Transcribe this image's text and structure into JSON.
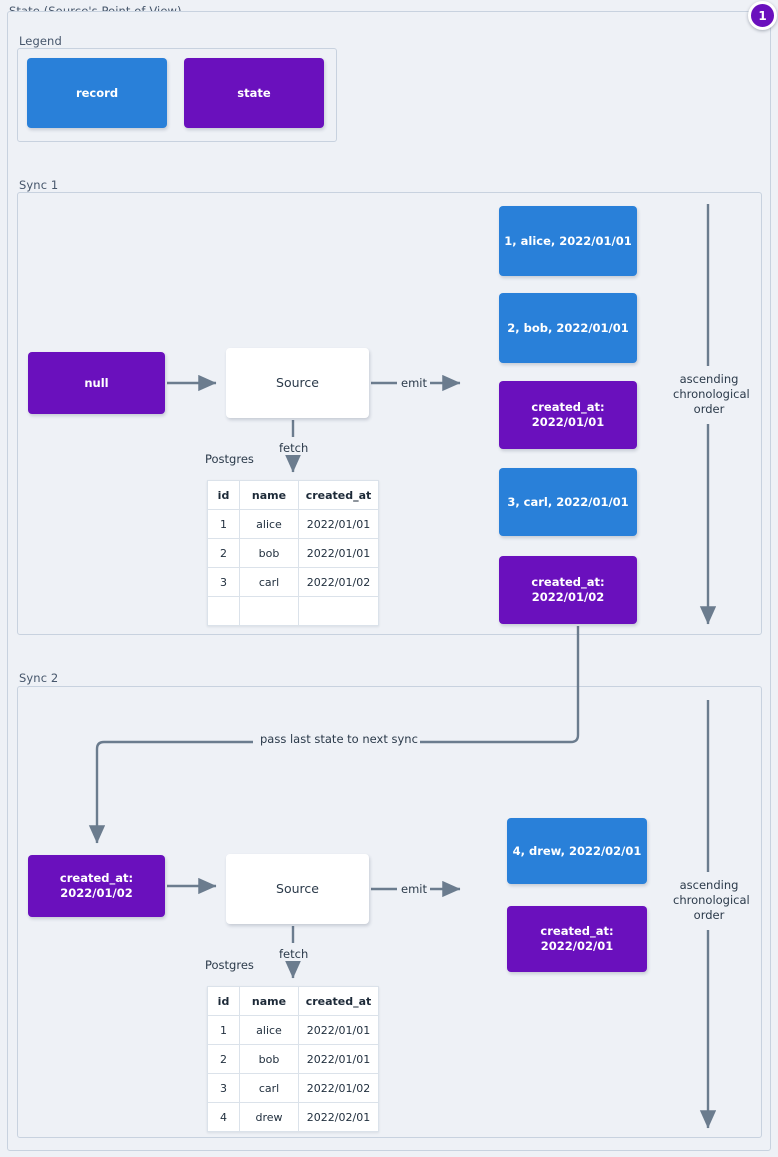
{
  "diagram": {
    "title": "State (Source's Point of View)",
    "step_badge": "1",
    "accent_record_color": "#2980d9",
    "accent_state_color": "#6a10bd",
    "background_color": "#eef1f6",
    "line_color": "#6b7c8e"
  },
  "legend": {
    "title": "Legend",
    "items": [
      {
        "label": "record",
        "color": "#2980d9"
      },
      {
        "label": "state",
        "color": "#6a10bd"
      }
    ]
  },
  "sync1": {
    "title": "Sync 1",
    "input_state": "null",
    "source_label": "Source",
    "fetch_label": "fetch",
    "emit_label": "emit",
    "db_label": "Postgres",
    "order_label": "ascending chronological order",
    "table": {
      "columns": [
        "id",
        "name",
        "created_at"
      ],
      "rows": [
        [
          "1",
          "alice",
          "2022/01/01"
        ],
        [
          "2",
          "bob",
          "2022/01/01"
        ],
        [
          "3",
          "carl",
          "2022/01/02"
        ],
        [
          "",
          "",
          ""
        ]
      ]
    },
    "emitted": [
      {
        "type": "record",
        "text": "1, alice, 2022/01/01"
      },
      {
        "type": "record",
        "text": "2, bob, 2022/01/01"
      },
      {
        "type": "state",
        "line1": "created_at:",
        "line2": "2022/01/01"
      },
      {
        "type": "record",
        "text": "3, carl, 2022/01/01"
      },
      {
        "type": "state",
        "line1": "created_at:",
        "line2": "2022/01/02"
      }
    ]
  },
  "sync2": {
    "title": "Sync 2",
    "pass_label": "pass last state to next sync",
    "input_state_line1": "created_at:",
    "input_state_line2": "2022/01/02",
    "source_label": "Source",
    "fetch_label": "fetch",
    "emit_label": "emit",
    "db_label": "Postgres",
    "order_label": "ascending chronological order",
    "table": {
      "columns": [
        "id",
        "name",
        "created_at"
      ],
      "rows": [
        [
          "1",
          "alice",
          "2022/01/01"
        ],
        [
          "2",
          "bob",
          "2022/01/01"
        ],
        [
          "3",
          "carl",
          "2022/01/02"
        ],
        [
          "4",
          "drew",
          "2022/02/01"
        ]
      ]
    },
    "emitted": [
      {
        "type": "record",
        "text": "4, drew, 2022/02/01"
      },
      {
        "type": "state",
        "line1": "created_at:",
        "line2": "2022/02/01"
      }
    ]
  }
}
